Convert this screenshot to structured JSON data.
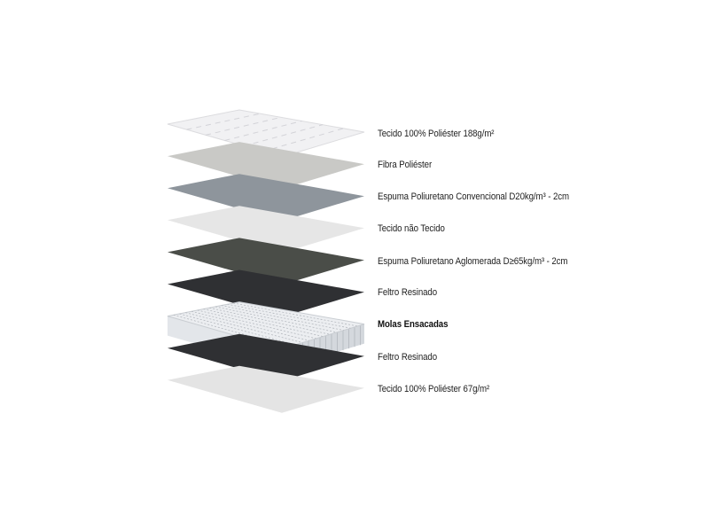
{
  "layers": [
    {
      "label": "Tecido 100% Poliéster 188g/m²",
      "color": "#f1f1f3",
      "bold": false,
      "kind": "quilt"
    },
    {
      "label": "Fibra Poliéster",
      "color": "#c9c9c6",
      "bold": false,
      "kind": "sheet"
    },
    {
      "label": "Espuma Poliuretano Convencional D20kg/m³ - 2cm",
      "color": "#8e959c",
      "bold": false,
      "kind": "sheet"
    },
    {
      "label": "Tecido não Tecido",
      "color": "#e6e6e6",
      "bold": false,
      "kind": "sheet"
    },
    {
      "label": "Espuma Poliuretano Aglomerada D≥65kg/m³ - 2cm",
      "color": "#4a4d48",
      "bold": false,
      "kind": "sheet"
    },
    {
      "label": "Feltro Resinado",
      "color": "#2f3033",
      "bold": false,
      "kind": "sheet"
    },
    {
      "label": "Molas Ensacadas",
      "color": "#eceef1",
      "bold": true,
      "kind": "springs"
    },
    {
      "label": "Feltro Resinado",
      "color": "#2f3033",
      "bold": false,
      "kind": "sheet"
    },
    {
      "label": "Tecido 100% Poliéster 67g/m²",
      "color": "#e4e4e4",
      "bold": false,
      "kind": "sheet"
    }
  ]
}
